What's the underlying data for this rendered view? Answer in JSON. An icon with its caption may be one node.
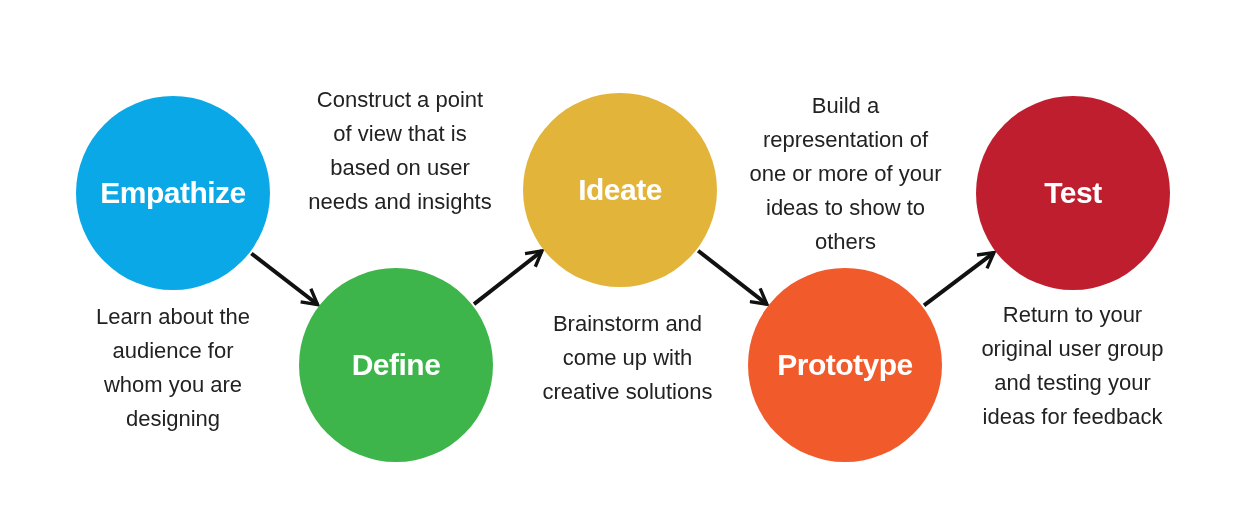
{
  "diagram": {
    "nodes": [
      {
        "text": [
          "Empathize"
        ],
        "beside": [
          "Learn about the audience for whom you are designing"
        ]
      },
      {
        "text": [
          "Define"
        ]
      },
      {
        "text": [
          "Ideate"
        ],
        "beside": [
          "Brainstorm and come up with creative solutions"
        ]
      },
      {
        "text": [
          "Prototype"
        ]
      },
      {
        "text": [
          "Test"
        ],
        "beside": [
          "Return to your original user group and testing your ideas for feedback"
        ]
      }
    ],
    "edges": [
      {
        "from": 0,
        "to": 1,
        "arrow": "to"
      },
      {
        "from": 1,
        "to": 2,
        "arrow": "to"
      },
      {
        "from": 2,
        "to": 3,
        "arrow": "to"
      },
      {
        "from": 3,
        "to": 4,
        "arrow": "to"
      }
    ],
    "labels": [
      "Construct a point of view that is based on user needs and insights",
      "Build a representation of one or more of your ideas to show to others"
    ]
  }
}
